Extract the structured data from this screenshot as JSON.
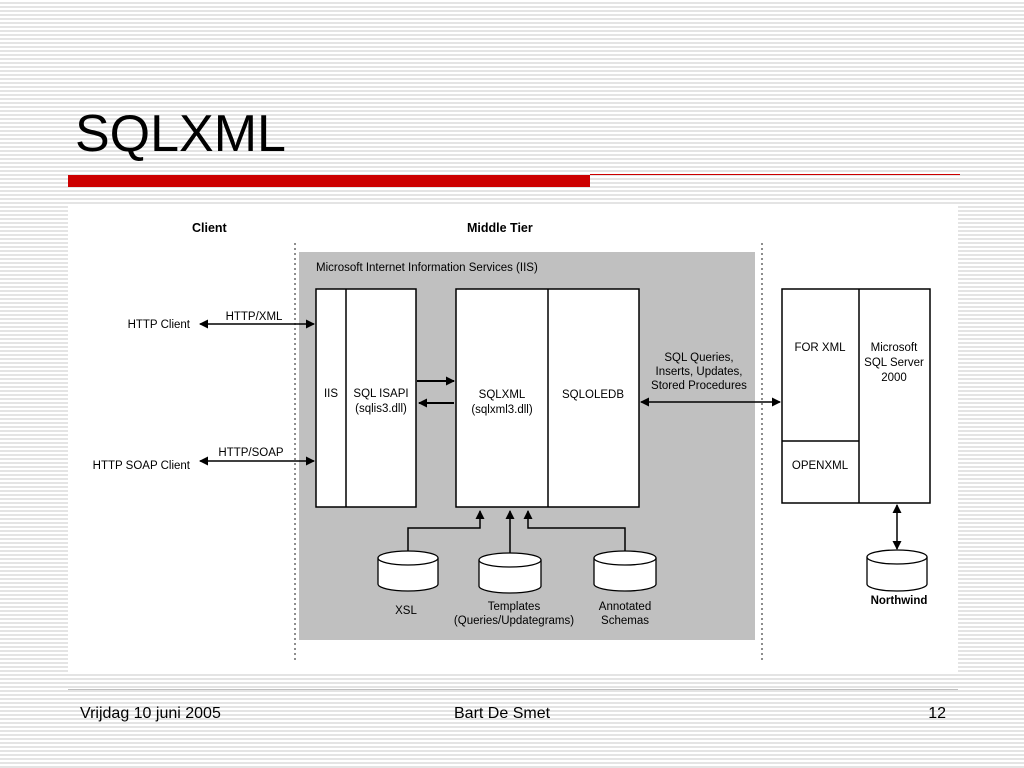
{
  "slide": {
    "title": "SQLXML",
    "footer": {
      "date": "Vrijdag 10 juni 2005",
      "author": "Bart De Smet",
      "page_number": "12"
    },
    "accent_color": "#cc0000"
  },
  "diagram": {
    "client_header": "Client",
    "middle_tier_header": "Middle Tier",
    "iis_panel_title": "Microsoft Internet Information Services (IIS)",
    "http_client": "HTTP Client",
    "http_soap_client": "HTTP SOAP Client",
    "http_xml": "HTTP/XML",
    "http_soap": "HTTP/SOAP",
    "iis": "IIS",
    "sql_isapi": [
      "SQL ISAPI",
      "(sqlis3.dll)"
    ],
    "sqlxml": [
      "SQLXML",
      "(sqlxml3.dll)"
    ],
    "sqloledb": "SQLOLEDB",
    "sql_queries": [
      "SQL Queries,",
      "Inserts, Updates,",
      "Stored Procedures"
    ],
    "for_xml": "FOR XML",
    "openxml": "OPENXML",
    "sql_server": [
      "Microsoft",
      "SQL Server",
      "2000"
    ],
    "xsl": "XSL",
    "templates": [
      "Templates",
      "(Queries/Updategrams)"
    ],
    "annotated_schemas": [
      "Annotated",
      "Schemas"
    ],
    "northwind": "Northwind",
    "panel_color": "#c0c0c0"
  }
}
